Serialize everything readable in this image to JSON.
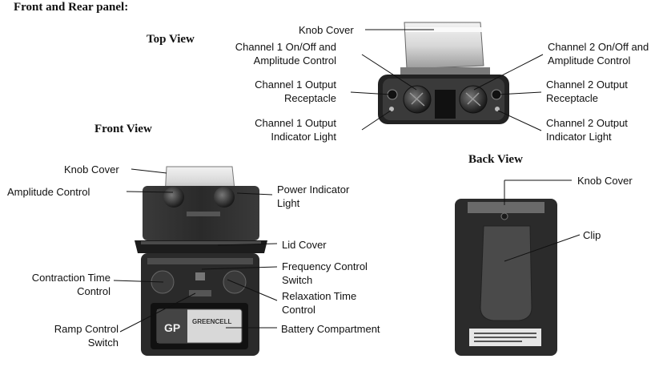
{
  "title": "Front and Rear panel:",
  "views": {
    "top": "Top View",
    "front": "Front View",
    "back": "Back View"
  },
  "top_labels": {
    "knob_cover": "Knob Cover",
    "ch1_onoff": "Channel 1 On/Off and\nAmplitude Control",
    "ch2_onoff": "Channel 2 On/Off and\nAmplitude Control",
    "ch1_output": "Channel 1 Output\nReceptacle",
    "ch2_output": "Channel 2 Output\nReceptacle",
    "ch1_indicator": "Channel 1 Output\nIndicator Light",
    "ch2_indicator": "Channel 2 Output\nIndicator Light"
  },
  "front_labels": {
    "knob_cover": "Knob Cover",
    "amplitude": "Amplitude Control",
    "power_indicator": "Power Indicator\nLight",
    "lid_cover": "Lid Cover",
    "contraction": "Contraction Time\nControl",
    "frequency": "Frequency Control\nSwitch",
    "relaxation": "Relaxation Time\nControl",
    "ramp": "Ramp Control\nSwitch",
    "battery": "Battery Compartment"
  },
  "back_labels": {
    "knob_cover": "Knob Cover",
    "clip": "Clip"
  },
  "device_text": {
    "battery_brand": "GP",
    "battery_name": "GREENCELL"
  }
}
